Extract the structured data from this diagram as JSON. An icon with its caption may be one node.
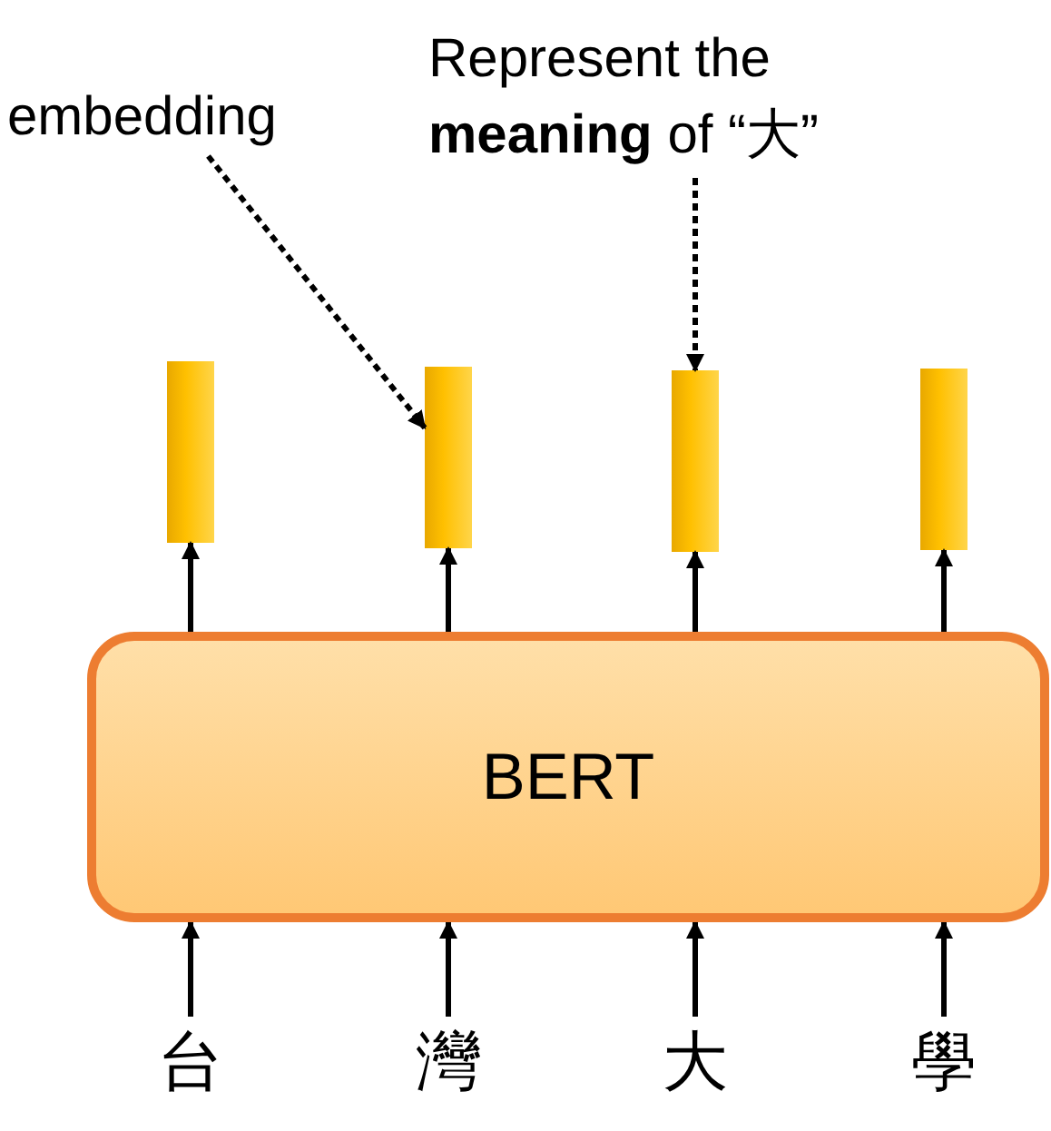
{
  "diagram": {
    "nodes": [
      {
        "text": [
          "BERT"
        ]
      },
      {
        "text": [],
        "shape": "bar"
      },
      {
        "text": [],
        "shape": "bar"
      },
      {
        "text": [],
        "shape": "bar"
      },
      {
        "text": [],
        "shape": "bar"
      },
      {
        "text": [
          "台"
        ]
      },
      {
        "text": [
          "灣"
        ]
      },
      {
        "text": [
          "大"
        ]
      },
      {
        "text": [
          "學"
        ]
      },
      {
        "text": [
          "embedding"
        ]
      },
      {
        "text": [
          "Represent the **meaning** of “大”"
        ]
      }
    ],
    "edges": [
      {
        "from": 5,
        "to": 0,
        "arrow": "to"
      },
      {
        "from": 6,
        "to": 0,
        "arrow": "to"
      },
      {
        "from": 7,
        "to": 0,
        "arrow": "to"
      },
      {
        "from": 8,
        "to": 0,
        "arrow": "to"
      },
      {
        "from": 0,
        "to": 1,
        "arrow": "to"
      },
      {
        "from": 0,
        "to": 2,
        "arrow": "to"
      },
      {
        "from": 0,
        "to": 3,
        "arrow": "to"
      },
      {
        "from": 0,
        "to": 4,
        "arrow": "to"
      },
      {
        "from": 9,
        "to": 2,
        "arrow": "to",
        "style": "dashed"
      },
      {
        "from": 10,
        "to": 3,
        "arrow": "to",
        "style": "dashed"
      }
    ]
  }
}
